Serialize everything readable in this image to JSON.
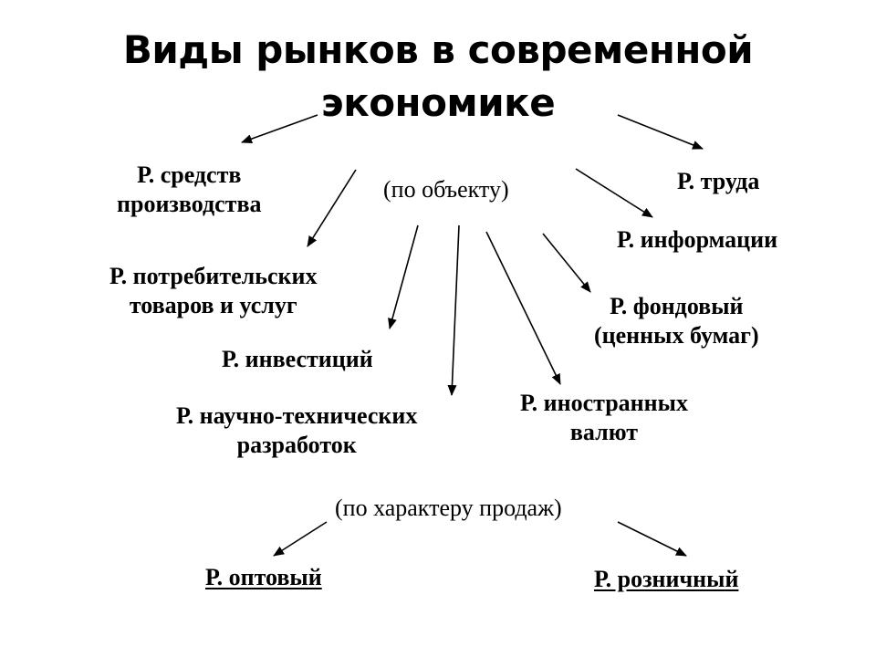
{
  "title": {
    "line1": "Виды рынков в современной",
    "line2": "экономике"
  },
  "criteria": {
    "by_object": "(по объекту)",
    "by_sales": "(по характеру продаж)"
  },
  "markets": {
    "means_of_production": {
      "line1": "Р. средств",
      "line2": "производства"
    },
    "labor": "Р. труда",
    "information": "Р. информации",
    "consumer_goods": {
      "line1": "Р. потребительских",
      "line2": "товаров и услуг"
    },
    "securities": {
      "line1": "Р. фондовый",
      "line2": "(ценных бумаг)"
    },
    "investments": "Р. инвестиций",
    "rnd": {
      "line1": "Р. научно-технических",
      "line2": "разработок"
    },
    "currencies": {
      "line1": "Р. иностранных",
      "line2": "валют"
    },
    "wholesale": "Р. оптовый",
    "retail": "Р. розничный"
  }
}
